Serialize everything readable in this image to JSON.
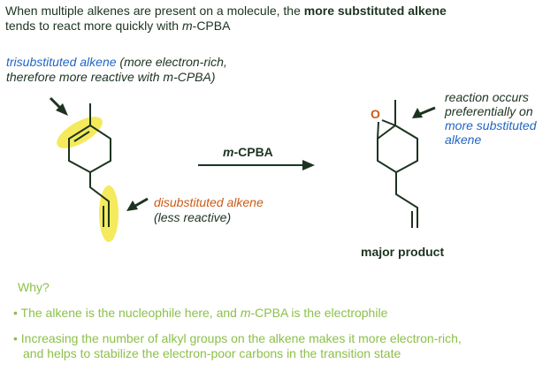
{
  "intro": {
    "line1_a": "When multiple alkenes are present on a molecule, the ",
    "line1_b": "more substituted alkene",
    "line2_a": "tends to react more quickly with ",
    "line2_m": "m",
    "line2_b": "-CPBA"
  },
  "tri_label": {
    "blue": "trisubstituted alkene",
    "rest1": " (more electron-rich,",
    "line2": "therefore more reactive with m-CPBA)"
  },
  "di_label": {
    "orange": "disubstituted alkene",
    "line2": "(less reactive)"
  },
  "reagent": {
    "m": "m",
    "rest": "-CPBA"
  },
  "product_note": {
    "line1": "reaction occurs",
    "line2": "preferentially on",
    "line3": "more substituted",
    "line4": "alkene"
  },
  "oxygen": "O",
  "product_label": "major product",
  "why": {
    "title": "Why?",
    "bullet1_a": "The alkene is the nucleophile here, and ",
    "bullet1_m": "m",
    "bullet1_b": "-CPBA is the electrophile",
    "bullet2_line1": "Increasing the number of alkyl groups on the alkene makes it more electron-rich,",
    "bullet2_line2": "and helps to stabilize the electron-poor carbons in the transition state",
    "bullet": "•"
  },
  "colors": {
    "text": "#1c3320",
    "blue": "#2266c4",
    "orange": "#cc5a16",
    "green": "#8cc04a",
    "highlight": "#f2e640"
  }
}
